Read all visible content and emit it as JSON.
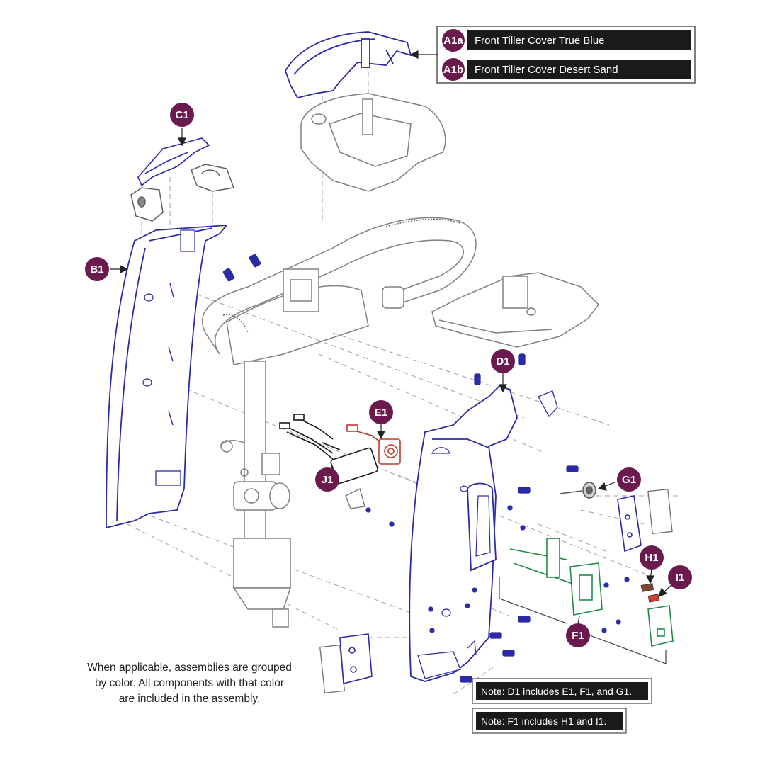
{
  "legend": [
    {
      "code": "A1a",
      "text": "Front Tiller Cover True Blue"
    },
    {
      "code": "A1b",
      "text": "Front Tiller Cover Desert Sand"
    }
  ],
  "labels": {
    "c1": "C1",
    "b1": "B1",
    "d1": "D1",
    "e1": "E1",
    "j1": "J1",
    "g1": "G1",
    "h1": "H1",
    "i1": "I1",
    "f1": "F1"
  },
  "notes": {
    "note1": "Note: D1 includes E1, F1, and G1.",
    "note2": "Note: F1 includes H1 and I1."
  },
  "caption": {
    "line1": "When applicable, assemblies are grouped",
    "line2": "by color. All components with that color",
    "line3": "are included in the assembly."
  },
  "colors": {
    "badge": "#6b1a4e",
    "blue_assembly": "#2b2ba8",
    "red_assembly": "#c0392b",
    "green_assembly": "#1e8a4a",
    "line_gray": "#9a9a9a",
    "label_bar": "#1a1a1a"
  }
}
